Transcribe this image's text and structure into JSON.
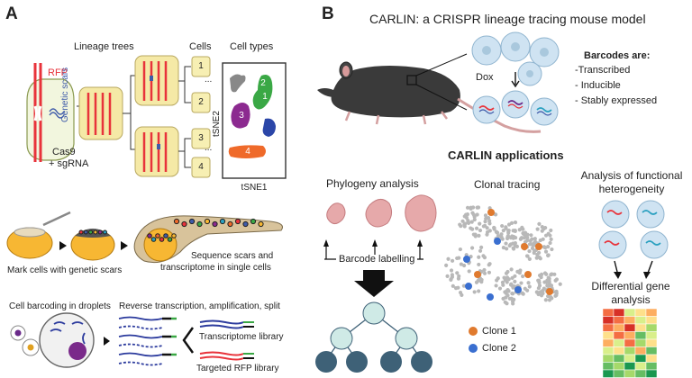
{
  "panel_a": {
    "label": "A",
    "lineage_trees_label": "Lineage trees",
    "cells_label": "Cells",
    "cell_types_label": "Cell types",
    "rfp_label": "RFP",
    "genetic_scars_label": "Genetic scars",
    "cas9_label": "Cas9",
    "sgrna_label": "+ sgRNA",
    "cell_numbers": [
      "1",
      "2",
      "3",
      "4"
    ],
    "ellipsis": "...",
    "tsne_x_label": "tSNE1",
    "tsne_y_label": "tSNE2",
    "cluster_numbers": [
      "1",
      "2",
      "3",
      "4"
    ],
    "mark_cells_label": "Mark cells with genetic scars",
    "sequence_label_1": "Sequence scars and",
    "sequence_label_2": "transcriptome in single cells",
    "droplets_label": "Cell barcoding in droplets",
    "rt_label": "Reverse transcription, amplification, split",
    "transcriptome_library_label": "Transcriptome library",
    "targeted_library_label": "Targeted RFP library",
    "colors": {
      "rfp": "#e8333b",
      "scar": "#3f5ba9",
      "cell_box": "#f7efb3",
      "tree_box": "#f5e9a6"
    }
  },
  "panel_b": {
    "label": "B",
    "title": "CARLIN: a CRISPR lineage tracing mouse model",
    "dox_label": "Dox",
    "barcodes_heading": "Barcodes are:",
    "barcode_properties": [
      "-Transcribed",
      "- Inducible",
      "- Stably expressed"
    ],
    "applications_heading": "CARLIN applications",
    "phylogeny_label": "Phylogeny analysis",
    "barcode_labelling": "Barcode labelling",
    "clonal_tracing_label": "Clonal tracing",
    "clone_legend": [
      "Clone 1",
      "Clone 2"
    ],
    "functional_label_1": "Analysis of functional",
    "functional_label_2": "heterogeneity",
    "dge_label_1": "Differential gene",
    "dge_label_2": "analysis",
    "colors": {
      "clone_1": "#e07a2e",
      "clone_2": "#3a6fd0",
      "tree_node_top": "#cfeae6",
      "tree_node_bottom": "#3e6177",
      "cell": "#cfe3f2"
    }
  }
}
